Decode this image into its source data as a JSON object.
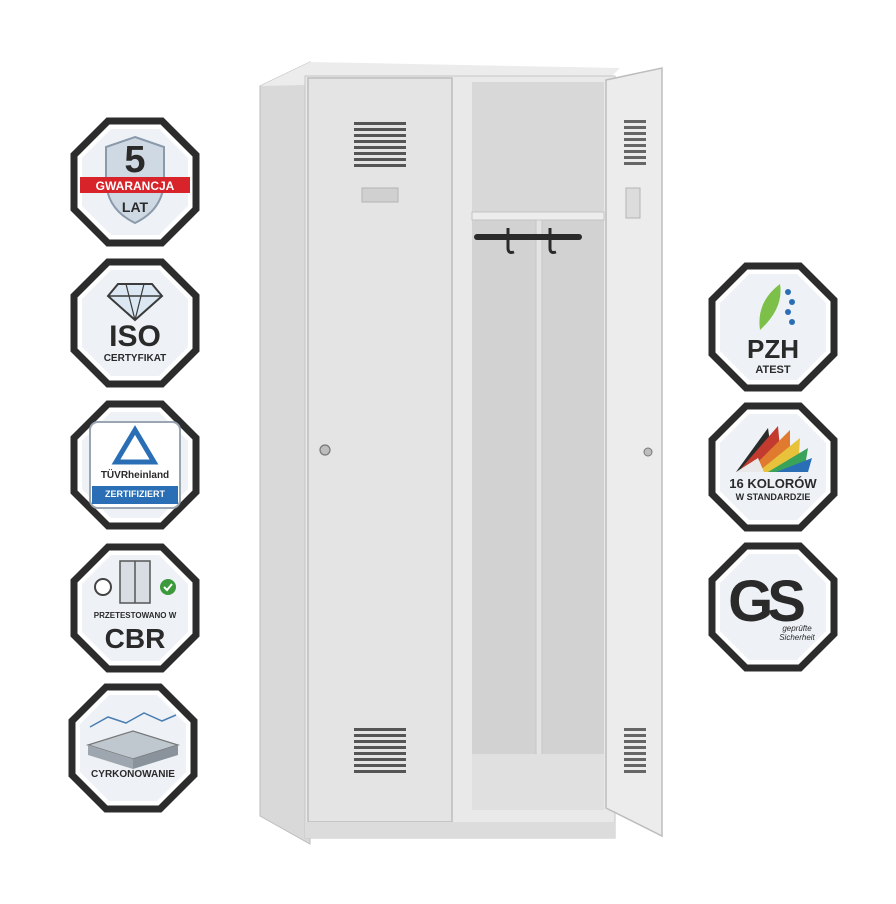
{
  "badges_left": [
    {
      "id": "warranty",
      "number": "5",
      "ribbon": "GWARANCJA",
      "unit": "LAT"
    },
    {
      "id": "iso",
      "title": "ISO",
      "subtitle": "CERTYFIKAT"
    },
    {
      "id": "tuv",
      "brand_top": "TÜVRheinland",
      "brand_bottom": "ZERTIFIZIERT"
    },
    {
      "id": "cbr",
      "subtitle": "PRZETESTOWANO W",
      "title": "CBR"
    },
    {
      "id": "zinc",
      "subtitle": "CYRKONOWANIE"
    }
  ],
  "badges_right": [
    {
      "id": "pzh",
      "title": "PZH",
      "subtitle": "ATEST"
    },
    {
      "id": "colors",
      "title": "16 KOLORÓW",
      "subtitle": "W STANDARDZIE"
    },
    {
      "id": "gs",
      "title": "GS",
      "subtitle_line1": "geprüfte",
      "subtitle_line2": "Sicherheit"
    }
  ],
  "colors": {
    "badge_border": "#2c2c2c",
    "badge_bg": "#ffffff",
    "ribbon_red": "#d8232a",
    "tuv_blue": "#2a6fb5",
    "locker_body": "#e6e6e6",
    "locker_shadow": "#c9c9c9",
    "locker_inside": "#d4d4d4"
  }
}
